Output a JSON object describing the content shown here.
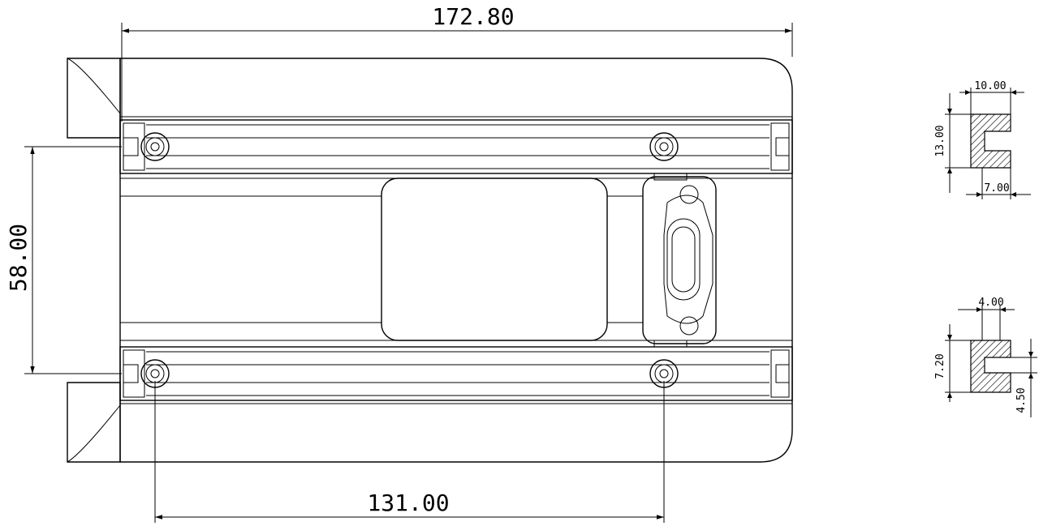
{
  "dimensions": {
    "overall_length": "172.80",
    "bolt_spacing": "131.00",
    "rail_spacing": "58.00",
    "profile_a_width": "10.00",
    "profile_a_height": "13.00",
    "profile_a_depth": "7.00",
    "profile_b_width": "4.00",
    "profile_b_height": "7.20",
    "profile_b_slot": "4.50"
  }
}
